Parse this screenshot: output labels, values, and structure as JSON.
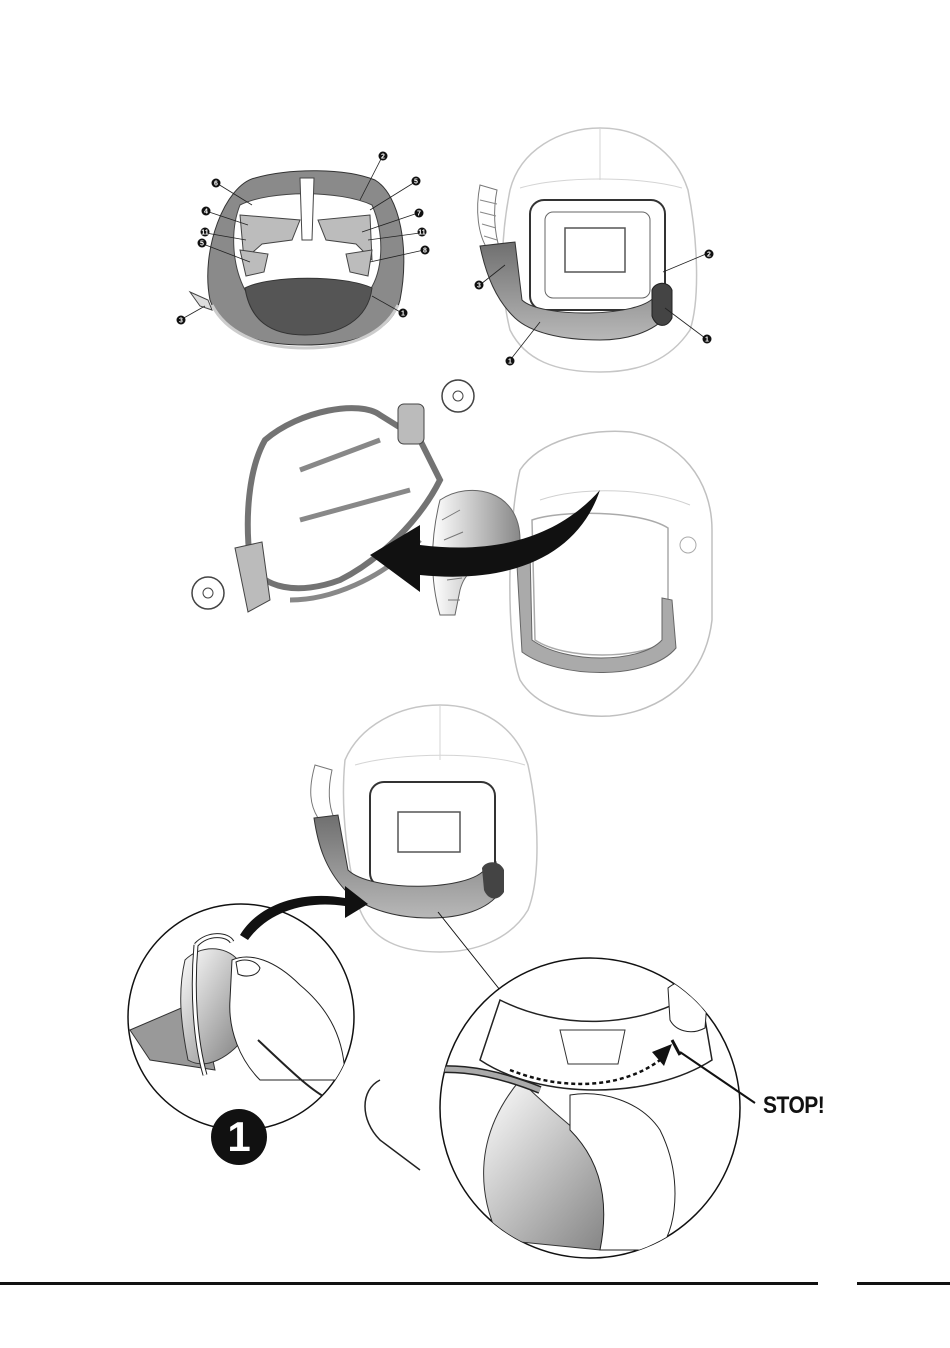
{
  "fig1": {
    "callouts": [
      "6",
      "2",
      "5",
      "4",
      "7",
      "11",
      "11",
      "5",
      "8",
      "3",
      "1"
    ]
  },
  "fig2": {
    "callouts": [
      "2",
      "3",
      "1",
      "1"
    ]
  },
  "fig4": {
    "stop_label": "STOP!",
    "step_number": "1"
  },
  "colors": {
    "ink": "#111111",
    "light_line": "#bdbdbd",
    "gray_fill": "#8c8c8c",
    "dark_fill": "#555555"
  }
}
